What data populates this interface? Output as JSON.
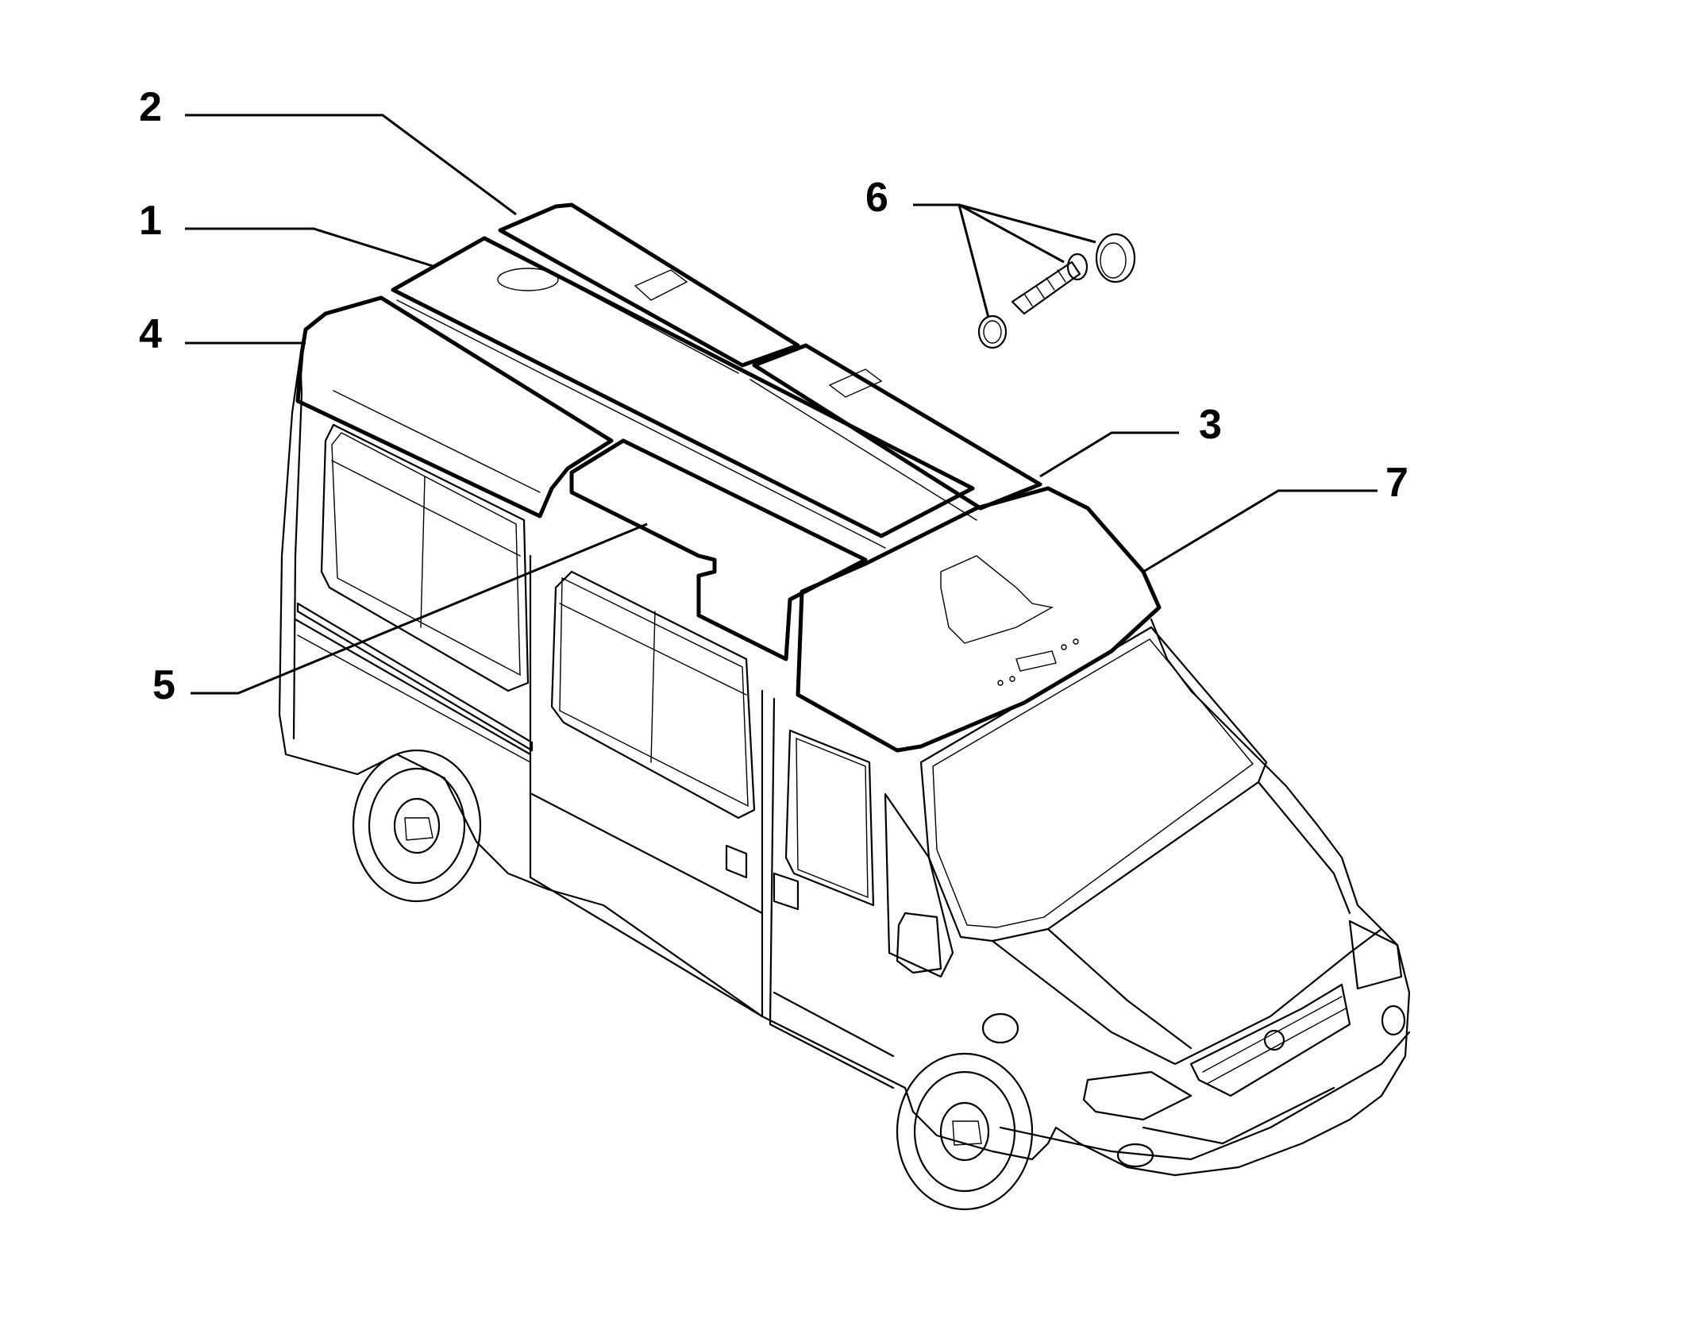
{
  "callouts": [
    {
      "id": "1",
      "label": "1"
    },
    {
      "id": "2",
      "label": "2"
    },
    {
      "id": "3",
      "label": "3"
    },
    {
      "id": "4",
      "label": "4"
    },
    {
      "id": "5",
      "label": "5"
    },
    {
      "id": "6",
      "label": "6"
    },
    {
      "id": "7",
      "label": "7"
    }
  ],
  "colors": {
    "ink": "#000000",
    "background": "#ffffff"
  }
}
